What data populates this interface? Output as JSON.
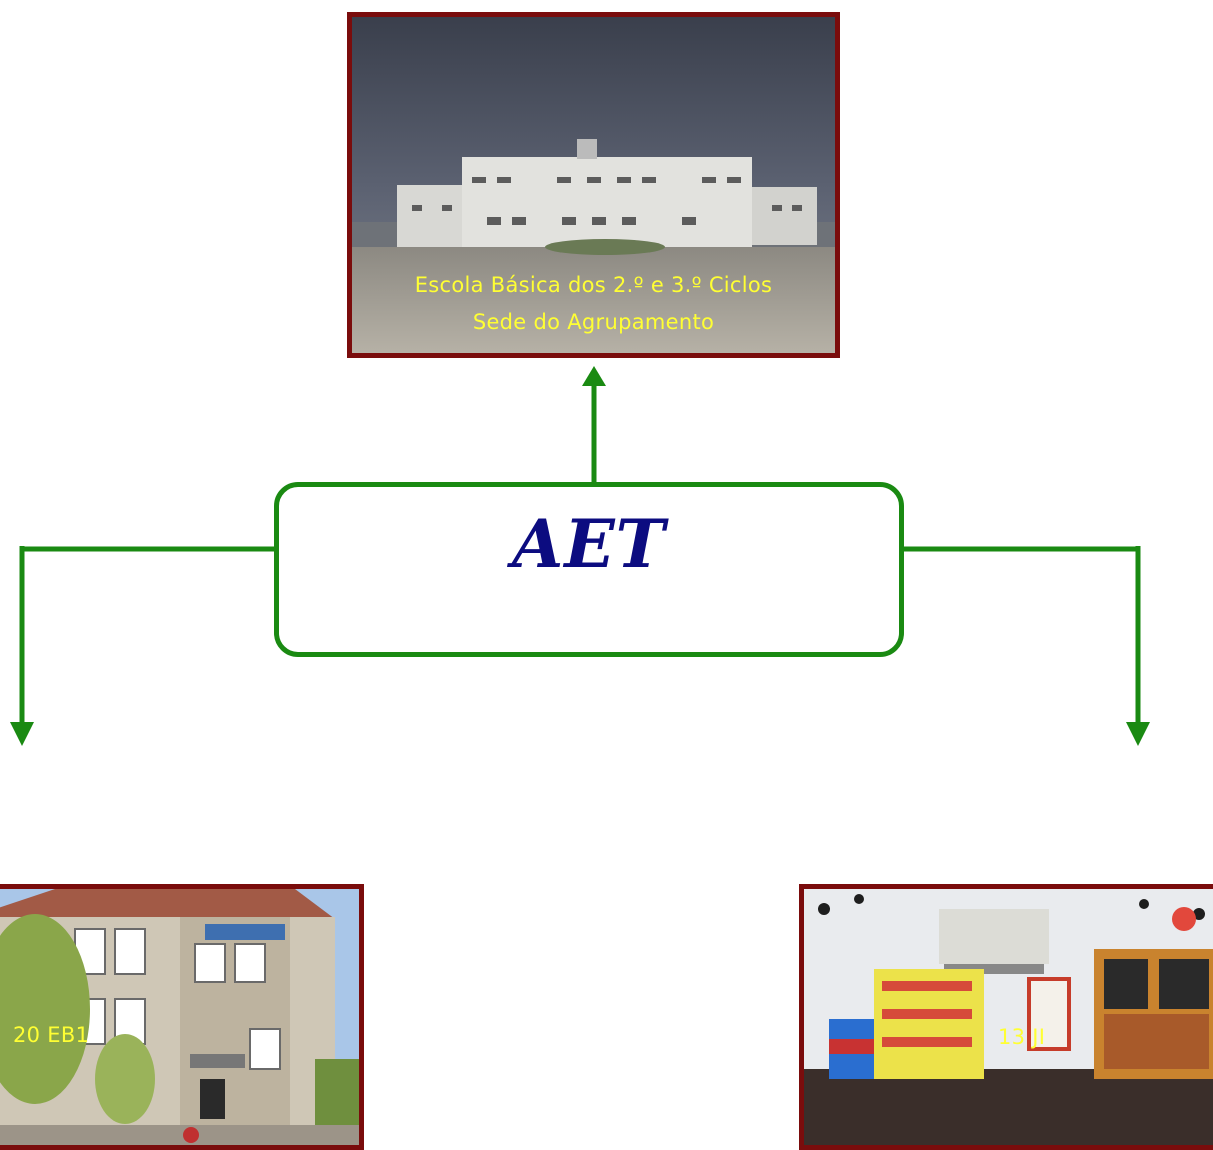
{
  "center": {
    "title": "AET"
  },
  "top_card": {
    "caption_line1": "Escola Básica dos 2.º e 3.º Ciclos",
    "caption_line2": "Sede do Agrupamento"
  },
  "left_card": {
    "caption": "20 EB1"
  },
  "right_card": {
    "caption": "13 JI"
  },
  "colors": {
    "connector": "#1a8a12",
    "card_border": "#7a0c0c",
    "caption": "#ffff33",
    "title": "#0c0c80"
  }
}
